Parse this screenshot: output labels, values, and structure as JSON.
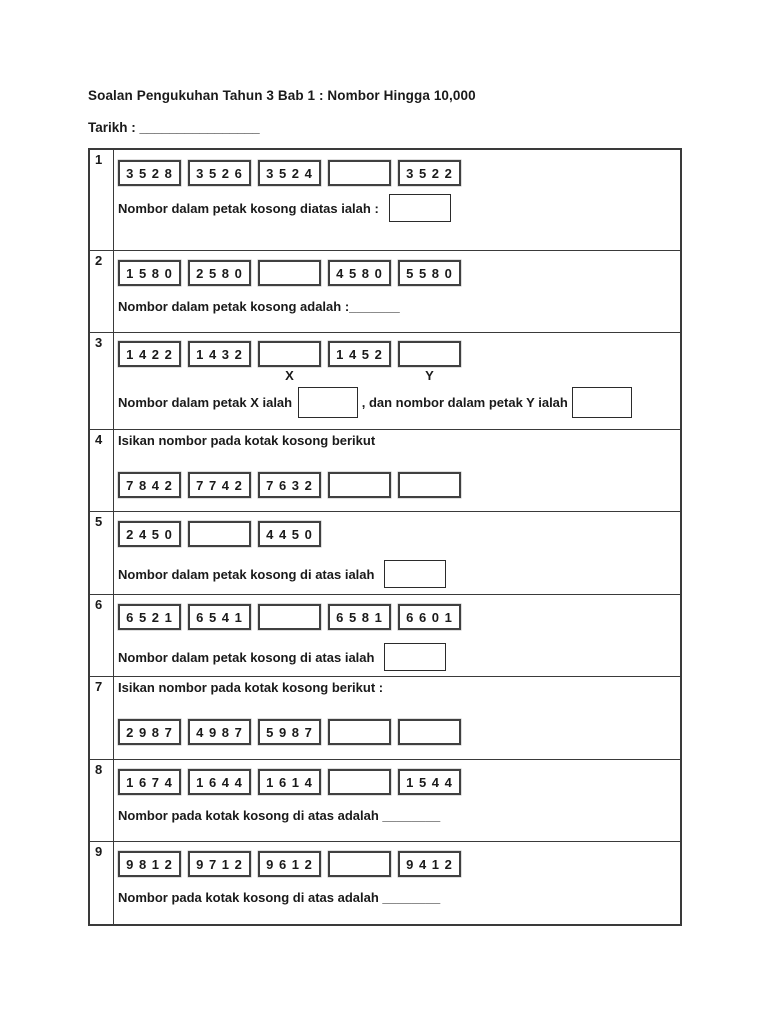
{
  "page": {
    "title": "Soalan Pengukuhan Tahun 3 Bab 1 : Nombor Hingga 10,000",
    "date_label": "Tarikh : ________________"
  },
  "questions": [
    {
      "num": "1",
      "layout": "boxes-text-answer",
      "boxes": [
        "3 5 2 8",
        "3 5 2 6",
        "3 5 2 4",
        "",
        "3 5 2 2"
      ],
      "text": "Nombor dalam petak kosong diatas ialah :",
      "has_answer_box": true
    },
    {
      "num": "2",
      "layout": "boxes-text",
      "boxes": [
        "1 5 8 0",
        "2 5 8 0",
        "",
        "4 5 8 0",
        "5 5 8 0"
      ],
      "text": "Nombor dalam petak kosong adalah :_______",
      "has_answer_box": false
    },
    {
      "num": "3",
      "layout": "xy",
      "boxes": [
        "1 4 2 2",
        "1 4 3 2",
        "",
        "1 4 5 2",
        ""
      ],
      "box_labels": [
        "",
        "",
        "X",
        "",
        "Y"
      ],
      "text_part1": "Nombor dalam petak X ialah",
      "text_part2": ", dan nombor dalam petak Y ialah"
    },
    {
      "num": "4",
      "layout": "instruction-boxes",
      "instruction": "Isikan nombor pada kotak kosong berikut",
      "boxes": [
        "7 8 4 2",
        "7 7 4 2",
        "7 6 3 2",
        "",
        ""
      ]
    },
    {
      "num": "5",
      "layout": "boxes-text-answer",
      "boxes": [
        "2 4 5 0",
        "",
        "4 4 5 0"
      ],
      "text": "Nombor dalam petak kosong di atas ialah",
      "has_answer_box": true
    },
    {
      "num": "6",
      "layout": "boxes-text-answer",
      "boxes": [
        "6 5 2 1",
        "6 5 4 1",
        "",
        "6 5 8 1",
        "6 6 0 1"
      ],
      "text": "Nombor dalam petak kosong di atas ialah",
      "has_answer_box": true
    },
    {
      "num": "7",
      "layout": "instruction-boxes",
      "instruction": "Isikan nombor pada kotak kosong berikut :",
      "boxes": [
        "2 9 8 7",
        "4 9 8 7",
        "5 9 8 7",
        "",
        ""
      ]
    },
    {
      "num": "8",
      "layout": "boxes-text",
      "boxes": [
        "1 6 7 4",
        "1 6 4 4",
        "1 6 1 4",
        "",
        "1 5 4 4"
      ],
      "text": "Nombor pada kotak kosong di atas adalah ________",
      "has_answer_box": false
    },
    {
      "num": "9",
      "layout": "boxes-text",
      "boxes": [
        "9 8 1 2",
        "9 7 1 2",
        "9 6 1 2",
        "",
        "9 4 1 2"
      ],
      "text": "Nombor pada kotak kosong di atas adalah ________",
      "has_answer_box": false
    }
  ]
}
